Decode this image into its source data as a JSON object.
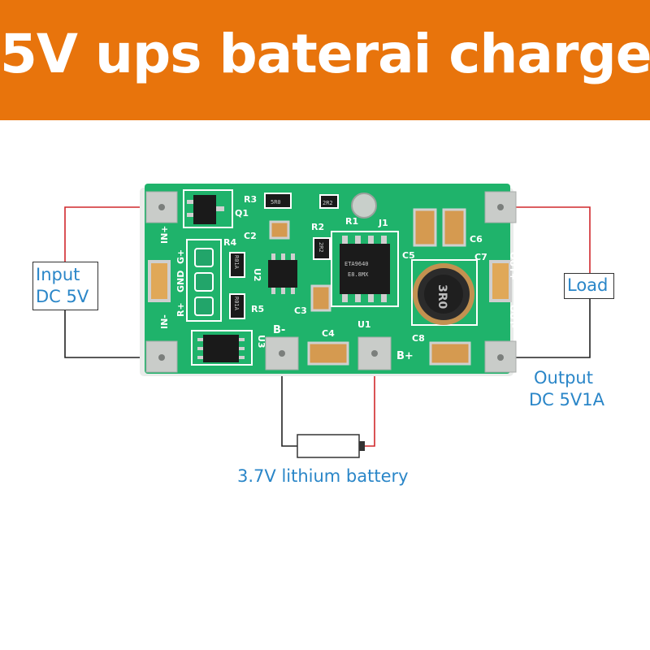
{
  "title": "5V ups baterai charge",
  "labels": {
    "input_line1": "Input",
    "input_line2": "DC 5V",
    "load": "Load",
    "output_line1": "Output",
    "output_line2": "DC 5V1A",
    "battery": "3.7V lithium battery"
  },
  "board": {
    "pins_left": [
      "IN+",
      "G+",
      "GND",
      "R+",
      "IN-"
    ],
    "pins_right": [
      "OUT+",
      "OUT-"
    ],
    "pads_bottom": [
      "B-",
      "B+"
    ],
    "designators": [
      "R3",
      "Q1",
      "C2",
      "R4",
      "U2",
      "R5",
      "U3",
      "C4",
      "R2",
      "R1",
      "J1",
      "C5",
      "C6",
      "C7",
      "C3",
      "U1",
      "C8"
    ],
    "chip_u1_text": [
      "ETA9640",
      "E8.8MX"
    ],
    "inductor_text": "3R0",
    "smd_codes": [
      "5R0",
      "2R2",
      "2R2",
      "R01A",
      "R01A"
    ]
  },
  "colors": {
    "banner": "#e8740c",
    "pcb": "#1fb36b",
    "label": "#2a86c8",
    "wire_positive": "#d0282c",
    "wire_negative": "#222222"
  }
}
